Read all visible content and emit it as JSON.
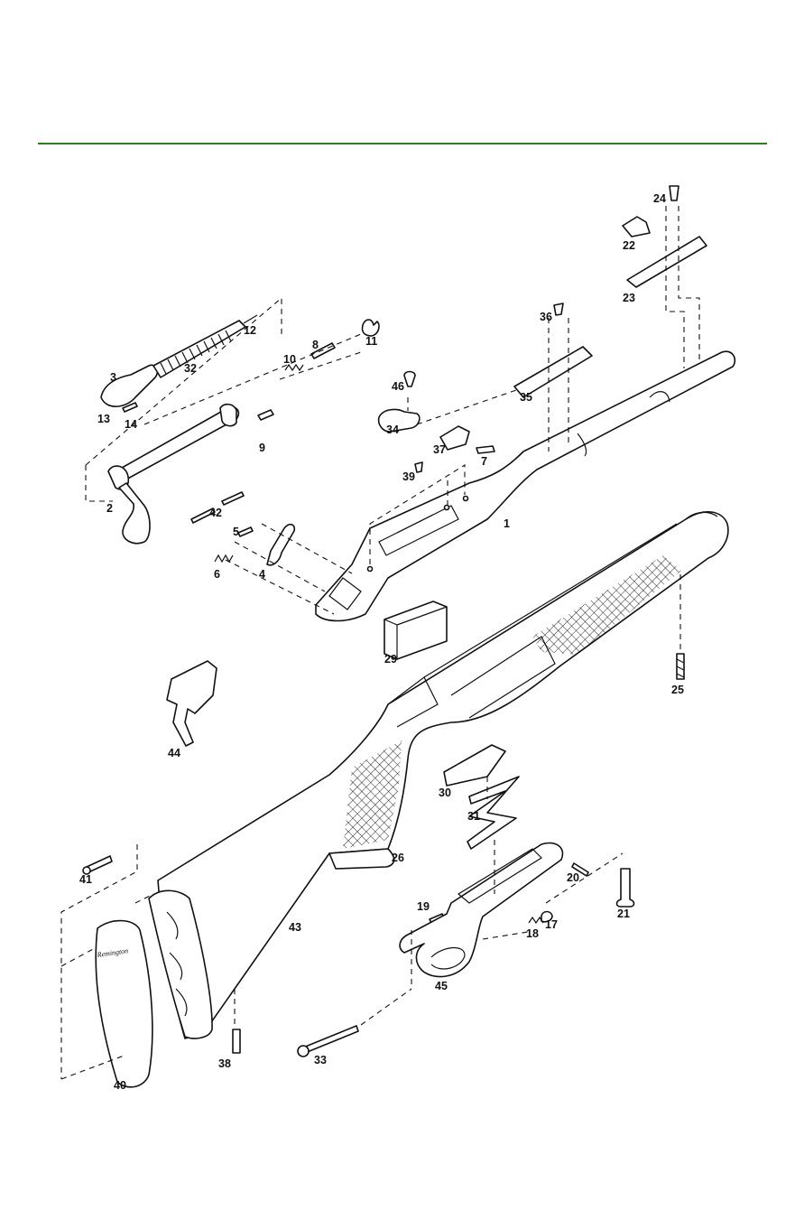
{
  "colors": {
    "rule": "#2e7d1e",
    "ink": "#111111"
  },
  "labels": {
    "p1": "1",
    "p2": "2",
    "p3": "3",
    "p4": "4",
    "p5": "5",
    "p6": "6",
    "p7": "7",
    "p8": "8",
    "p9": "9",
    "p10": "10",
    "p11": "11",
    "p12": "12",
    "p13": "13",
    "p14": "14",
    "p17": "17",
    "p18": "18",
    "p19": "19",
    "p20": "20",
    "p21": "21",
    "p22": "22",
    "p23": "23",
    "p24": "24",
    "p25": "25",
    "p26": "26",
    "p29": "29",
    "p30": "30",
    "p31": "31",
    "p32": "32",
    "p33": "33",
    "p34": "34",
    "p35": "35",
    "p36": "36",
    "p37": "37",
    "p38": "38",
    "p39": "39",
    "p40": "40",
    "p41": "41",
    "p42": "42",
    "p43": "43",
    "p44": "44",
    "p45": "45",
    "p46": "46"
  },
  "buttplate_logo": "Remington"
}
